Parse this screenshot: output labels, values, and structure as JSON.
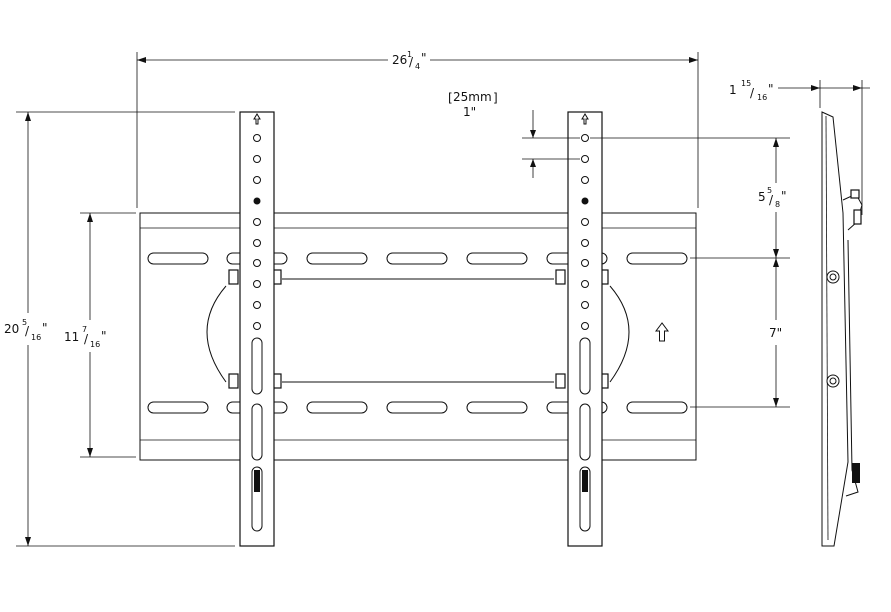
{
  "dimensions": {
    "overall_width": {
      "whole": "26",
      "num": "1",
      "den": "4",
      "unit": "\""
    },
    "side_depth": {
      "whole": "1",
      "num": "15",
      "den": "16",
      "unit": "\""
    },
    "overall_height": {
      "whole": "20",
      "num": "5",
      "den": "16",
      "unit": "\""
    },
    "plate_height": {
      "whole": "11",
      "num": "7",
      "den": "16",
      "unit": "\""
    },
    "upper_span": {
      "whole": "5",
      "num": "5",
      "den": "8",
      "unit": "\""
    },
    "lower_span": {
      "text": "7\""
    },
    "hole_pitch_metric": "25mm",
    "hole_pitch_imperial": "1\""
  },
  "icons": [
    "up-arrow-icon"
  ],
  "colors": {
    "line": "#111111",
    "background": "#ffffff"
  }
}
